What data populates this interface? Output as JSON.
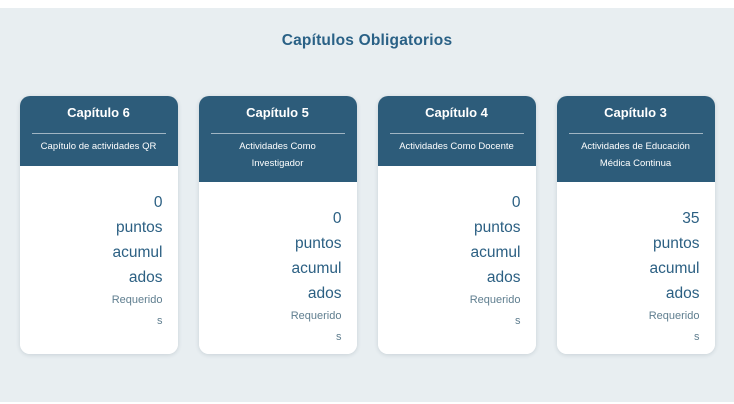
{
  "page": {
    "title": "Capítulos Obligatorios"
  },
  "labels": {
    "points_suffix": "puntos acumulados",
    "required": "Requeridos"
  },
  "colors": {
    "page_background": "#e8eef1",
    "card_header": "#2d5c7a",
    "title_text": "#2a6186",
    "points_text": "#2c6083",
    "required_text": "#5f7e8f",
    "card_background": "#ffffff"
  },
  "cards": [
    {
      "title": "Capítulo 6",
      "subtitle": "Capítulo de actividades QR",
      "points": "0"
    },
    {
      "title": "Capítulo 5",
      "subtitle": "Actividades Como Investigador",
      "points": "0"
    },
    {
      "title": "Capítulo 4",
      "subtitle": "Actividades Como Docente",
      "points": "0"
    },
    {
      "title": "Capítulo 3",
      "subtitle": "Actividades de Educación Médica Continua",
      "points": "35"
    }
  ]
}
